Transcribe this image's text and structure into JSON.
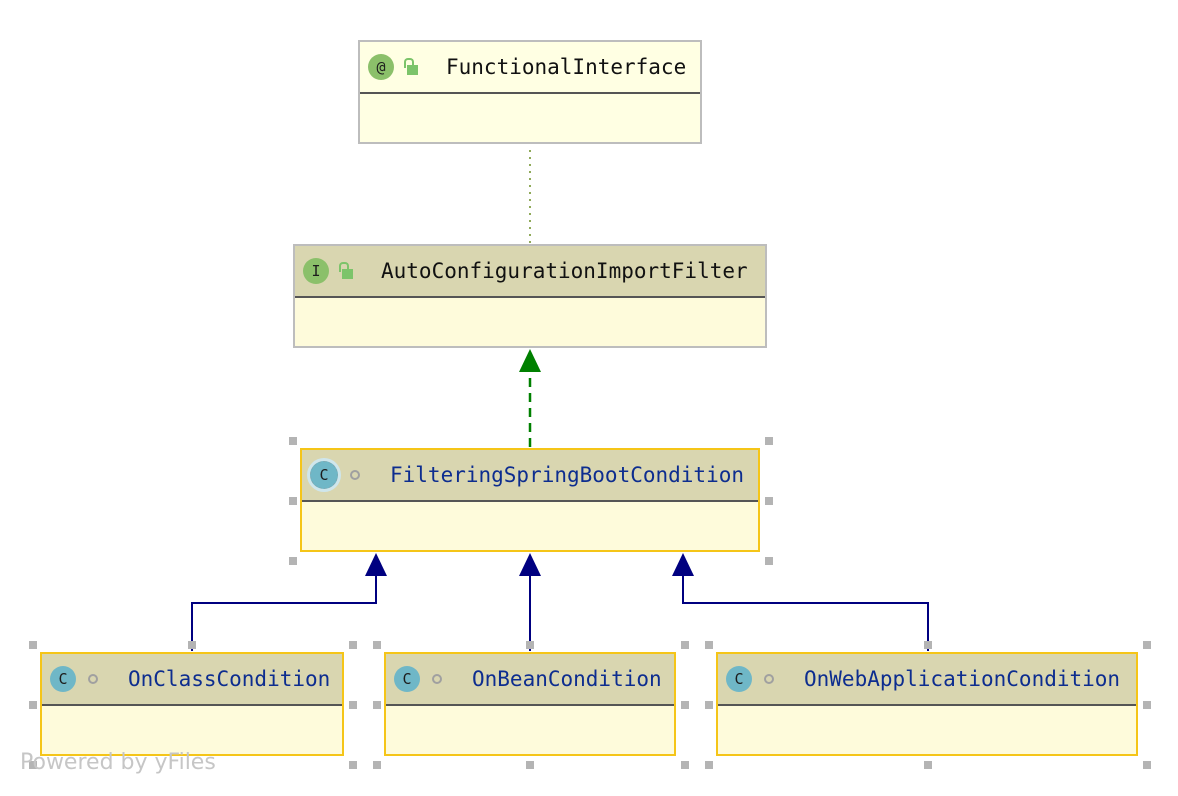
{
  "nodes": {
    "functional_interface": {
      "label": "FunctionalInterface",
      "kind_glyph": "@",
      "kind": "annotation",
      "visibility": "public"
    },
    "auto_config_filter": {
      "label": "AutoConfigurationImportFilter",
      "kind_glyph": "I",
      "kind": "interface",
      "visibility": "public"
    },
    "filtering_condition": {
      "label": "FilteringSpringBootCondition",
      "kind_glyph": "C",
      "kind": "abstract-class",
      "visibility": "package"
    },
    "on_class": {
      "label": "OnClassCondition",
      "kind_glyph": "C",
      "kind": "class",
      "visibility": "package"
    },
    "on_bean": {
      "label": "OnBeanCondition",
      "kind_glyph": "C",
      "kind": "class",
      "visibility": "package"
    },
    "on_web_app": {
      "label": "OnWebApplicationCondition",
      "kind_glyph": "C",
      "kind": "class",
      "visibility": "package"
    }
  },
  "edges": [
    {
      "from": "auto_config_filter",
      "to": "functional_interface",
      "type": "annotated-by"
    },
    {
      "from": "filtering_condition",
      "to": "auto_config_filter",
      "type": "implements"
    },
    {
      "from": "on_class",
      "to": "filtering_condition",
      "type": "extends"
    },
    {
      "from": "on_bean",
      "to": "filtering_condition",
      "type": "extends"
    },
    {
      "from": "on_web_app",
      "to": "filtering_condition",
      "type": "extends"
    }
  ],
  "colors": {
    "extends": "#000080",
    "implements": "#008000",
    "annotated_by": "#6b8e23",
    "selected_border": "#f5c518"
  },
  "watermark": "Powered by yFiles"
}
